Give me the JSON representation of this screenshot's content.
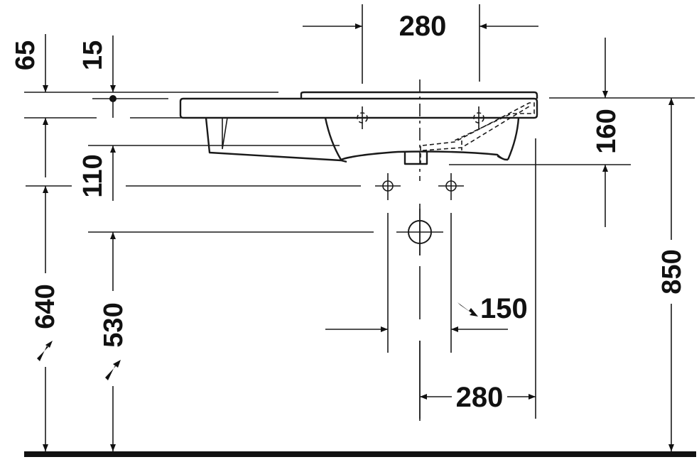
{
  "drawing": {
    "subject": "washbasin side elevation with installation dimensions",
    "units": "mm",
    "line_color": "#111111",
    "background": "#ffffff"
  },
  "dimensions": {
    "top_outlet_spacing": "280",
    "dim_65": "65",
    "dim_15": "15",
    "dim_110": "110",
    "dim_160": "160",
    "dim_640": "640",
    "dim_530": "530",
    "dim_850": "850",
    "dim_150": "150",
    "bottom_280": "280"
  },
  "icons": {
    "tolerance_arrow": "approx-arrow-icon",
    "dimension_arrow": "arrowhead-icon"
  }
}
